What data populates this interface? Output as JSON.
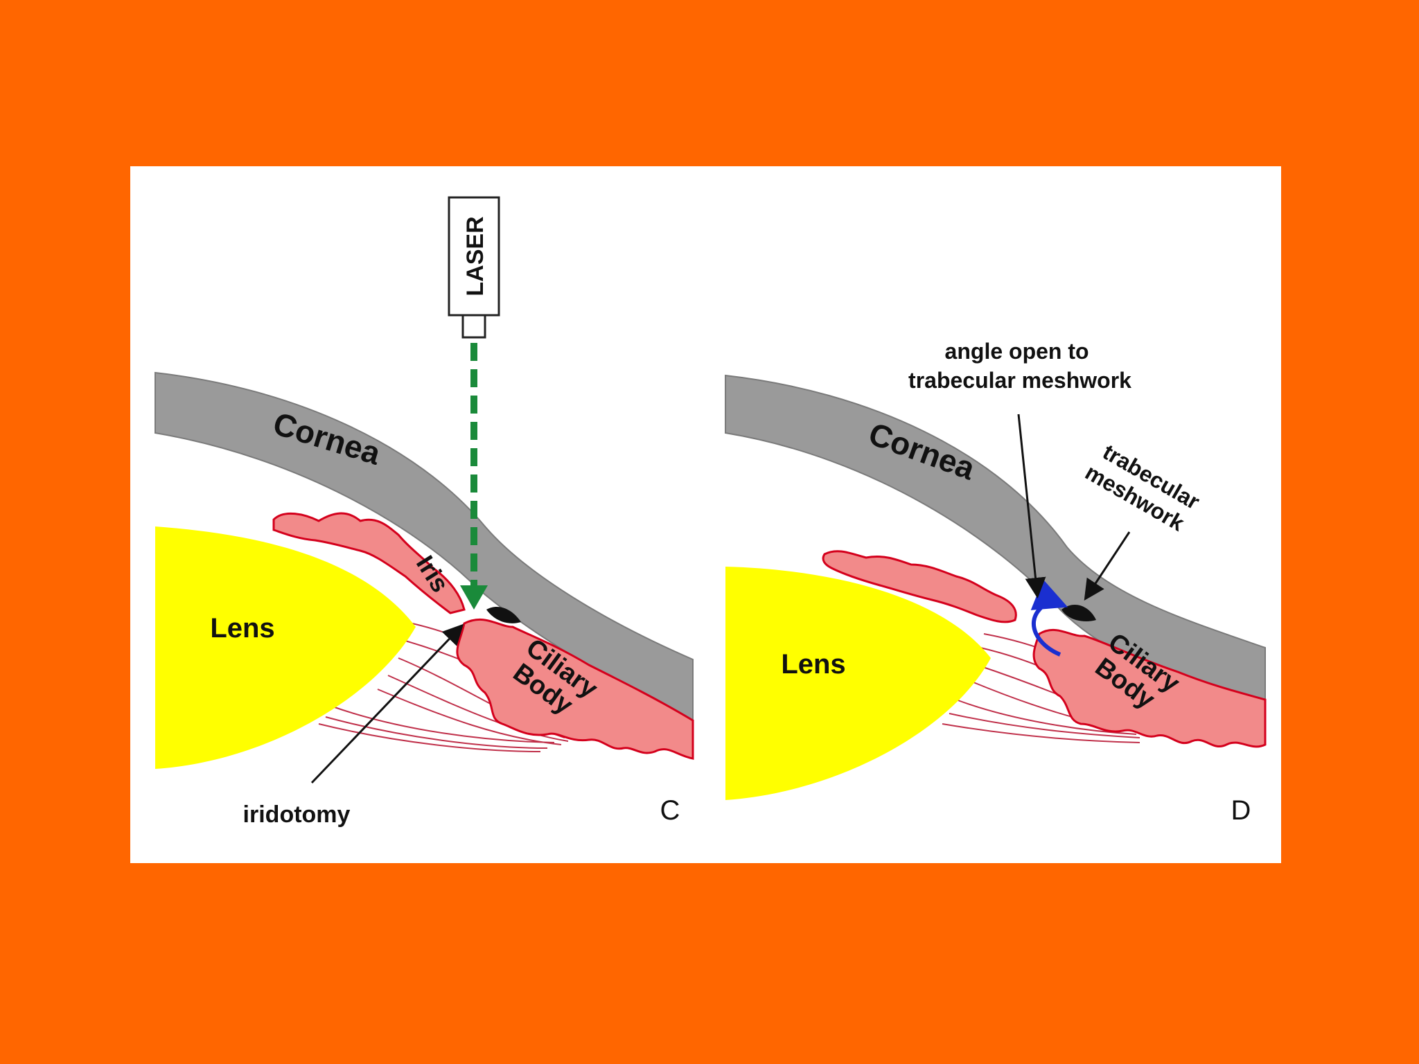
{
  "colors": {
    "background": "#ff6600",
    "panel": "#ffffff",
    "cornea": "#9a9a9a",
    "tissue": "#f28a8a",
    "tissue_outline": "#d4001c",
    "lens": "#ffff00",
    "laser": "#1a8a3a",
    "flow_arrow": "#1a2fd0"
  },
  "left": {
    "laser": "LASER",
    "cornea": "Cornea",
    "iris": "Iris",
    "lens": "Lens",
    "ciliary_line1": "Ciliary",
    "ciliary_line2": "Body",
    "iridotomy": "iridotomy",
    "panel_letter": "C"
  },
  "right": {
    "angle_line1": "angle open to",
    "angle_line2": "trabecular meshwork",
    "cornea": "Cornea",
    "trab_line1": "trabecular",
    "trab_line2": "meshwork",
    "lens": "Lens",
    "ciliary_line1": "Ciliary",
    "ciliary_line2": "Body",
    "panel_letter": "D"
  }
}
